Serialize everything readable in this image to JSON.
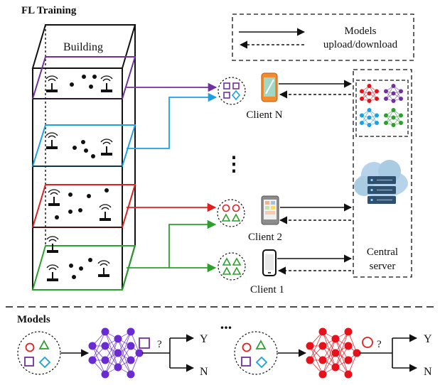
{
  "headings": {
    "fl_training": "FL Training",
    "models": "Models"
  },
  "building": {
    "label": "Building"
  },
  "legend": {
    "upload_label": "Models",
    "download_label": "upload/download"
  },
  "clients": {
    "n_label": "Client N",
    "two_label": "Client 2",
    "one_label": "Client 1",
    "vertical_ellipsis": "⋮"
  },
  "server": {
    "line1": "Central",
    "line2": "server"
  },
  "models_row": {
    "ellipsis": "...",
    "left": {
      "query": "?",
      "yes": "Y",
      "no": "N"
    },
    "right": {
      "query": "?",
      "yes": "Y",
      "no": "N"
    }
  },
  "colors": {
    "floor_purple": "#7030a0",
    "floor_cyan": "#1ba1e2",
    "floor_red": "#e02020",
    "floor_green": "#2ca02c",
    "nn_purple": "#6a2bd1",
    "nn_red": "#e8101a",
    "cloud": "#a9cce3",
    "server_box": "#2e4f6e"
  }
}
